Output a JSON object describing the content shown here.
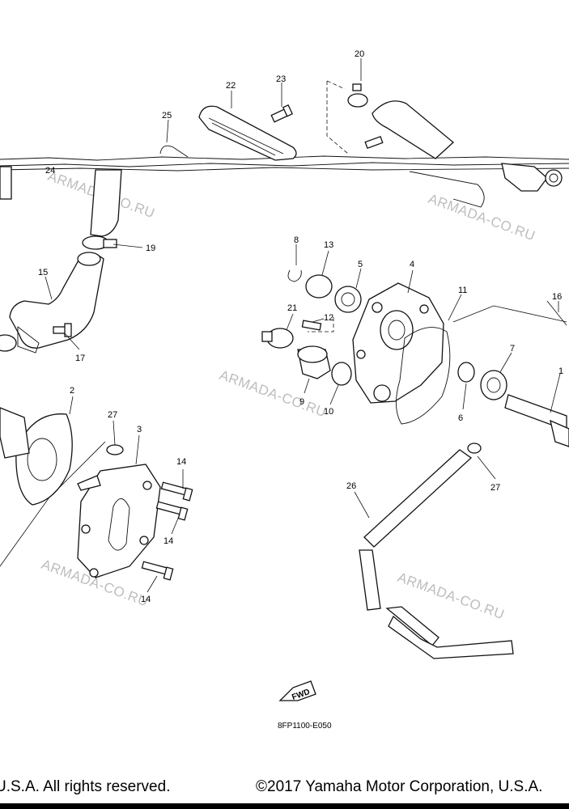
{
  "diagram": {
    "drawing_code": "8FP1100-E050",
    "fwd_label": "FWD",
    "watermark": "ARMADA-CO.RU",
    "callouts": [
      "20",
      "23",
      "22",
      "25",
      "24",
      "19",
      "15",
      "17",
      "8",
      "13",
      "5",
      "4",
      "21",
      "12",
      "9",
      "10",
      "11",
      "16",
      "1",
      "7",
      "6",
      "2",
      "27",
      "3",
      "14",
      "14",
      "14",
      "26",
      "27"
    ]
  },
  "footer": {
    "rights": "U.S.A. All rights reserved.",
    "copyright": "©2017 Yamaha Motor Corporation, U.S.A."
  }
}
